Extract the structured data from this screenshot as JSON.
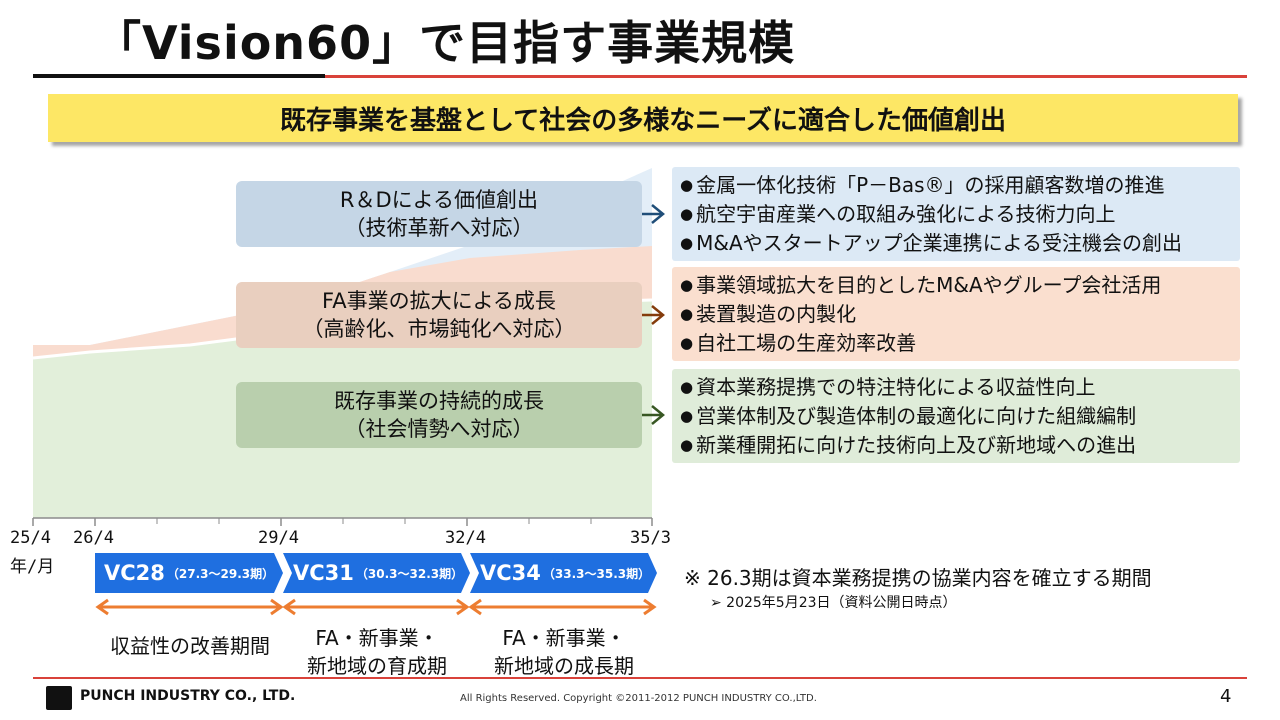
{
  "title": "「Vision60」で目指す事業規模",
  "banner": "既存事業を基盤として社会の多様なニーズに適合した価値創出",
  "labels": {
    "rd": {
      "line1": "R＆Dによる価値創出",
      "line2": "（技術革新へ対応）"
    },
    "fa": {
      "line1": "FA事業の拡大による成長",
      "line2": "（高齢化、市場鈍化へ対応）"
    },
    "existing": {
      "line1": "既存事業の持続的成長",
      "line2": "（社会情勢へ対応）"
    }
  },
  "info": {
    "rd": [
      "金属一体化技術「P－Bas®」の採用顧客数増の推進",
      "航空宇宙産業への取組み強化による技術力向上",
      "M&Aやスタートアップ企業連携による受注機会の創出"
    ],
    "fa": [
      "事業領域拡大を目的としたM&Aやグループ会社活用",
      "装置製造の内製化",
      "自社工場の生産効率改善"
    ],
    "existing": [
      "資本業務提携での特注特化による収益性向上",
      "営業体制及び製造体制の最適化に向けた組織編制",
      "新業種開拓に向けた技術向上及び新地域への進出"
    ]
  },
  "bullet": "●",
  "axis": {
    "ticks": [
      "25/4",
      "26/4",
      "29/4",
      "32/4",
      "35/3"
    ],
    "unit": "年/月"
  },
  "vc": [
    {
      "name": "VC28",
      "period": "（27.3～29.3期）",
      "phase": [
        "収益性の改善期間"
      ]
    },
    {
      "name": "VC31",
      "period": "（30.3～32.3期）",
      "phase": [
        "FA・新事業・",
        "新地域の育成期"
      ]
    },
    {
      "name": "VC34",
      "period": "（33.3～35.3期）",
      "phase": [
        "FA・新事業・",
        "新地域の成長期"
      ]
    }
  ],
  "note": "※ 26.3期は資本業務提携の協業内容を確立する期間",
  "note_sub": "➢ 2025年5月23日（資料公開日時点）",
  "footer": {
    "company": "PUNCH INDUSTRY CO., LTD.",
    "copyright": "All Rights Reserved. Copyright ©2011-2012  PUNCH  INDUSTRY  CO.,LTD.",
    "page": "4"
  },
  "colors": {
    "accent_red": "#d9423a",
    "banner_yellow": "#fde765",
    "vc_blue": "#1f6fe0",
    "arrow_orange": "#ed7d31",
    "rd_arrow": "#1f4e79",
    "fa_arrow": "#843c0c",
    "ex_arrow": "#385723"
  }
}
